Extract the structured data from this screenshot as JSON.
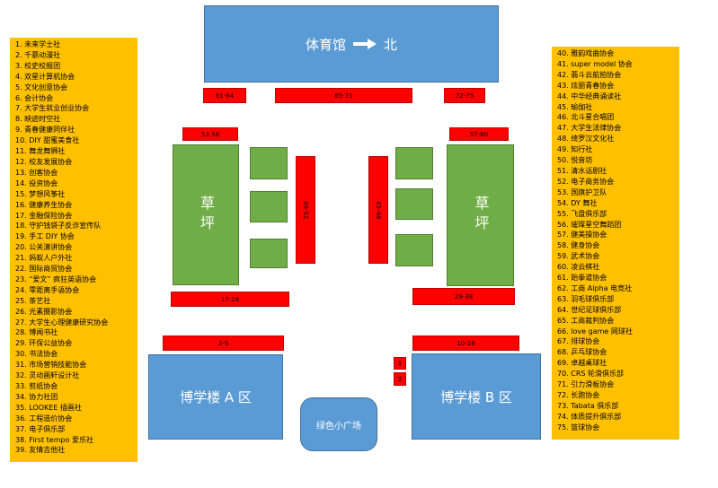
{
  "buildings": {
    "gym": {
      "name": "体育馆",
      "direction": "北"
    },
    "bldg_a": "博学楼 A 区",
    "bldg_b": "博学楼 B 区",
    "plaza": "绿色小广场"
  },
  "lawns": {
    "left": "草坪",
    "right": "草坪"
  },
  "stalls": {
    "s61_64": "61-64",
    "s65_71": "65-71",
    "s72_75": "72-75",
    "s53_56": "53-56",
    "s57_60": "57-60",
    "s49_52": "49-52",
    "s45_48": "45-48",
    "s17_28": "17-28",
    "s29_38": "29-38",
    "s3_9": "3-9",
    "s10_16": "10-16",
    "s1": "1",
    "s2": "2"
  },
  "legend_left": [
    "1. 未来学士社",
    "2. 千慕动漫社",
    "3. 校史校报团",
    "4. 双星计算机协会",
    "5. 文化创意协会",
    "6. 会计协会",
    "7. 大学生就业创业协会",
    "8. 映迹时空社",
    "9. 青春健康同伴社",
    "10. DIY 甜蜜美食社",
    "11. 舞龙舞狮社",
    "12. 校友发展协会",
    "13. 创客协会",
    "14. 投资协会",
    "15. 梦想风筝社",
    "16. 健康养生协会",
    "17. 金融保险协会",
    "18. 守护钱袋子反诈宣传队",
    "19. 手工 DIY 协会",
    "20. 公关演讲协会",
    "21. 蚂蚁人户外社",
    "22. 国际商贸协会",
    "23. “爱文” 疯狂英语协会",
    "24. 零距离手语协会",
    "25. 茶艺社",
    "26. 光素摄影协会",
    "27. 大学生心理健康研究协会",
    "28. 博闻书社",
    "29. 环保公益协会",
    "30. 书法协会",
    "31. 市场营销技能协会",
    "32. 灵动画轩设计社",
    "33. 剪纸协会",
    "34. 协力社团",
    "35. LOOKEE 插画社",
    "36. 工程造价协会",
    "37. 电子俱乐部",
    "38. First tempo 爱乐社",
    "39. 友情吉他社"
  ],
  "legend_right": [
    "40. 雅韵戏曲协会",
    "41. super model 协会",
    "42. 翡斗云航拍协会",
    "43. 炫丽青春协会",
    "44. 中华经典诵读社",
    "45. 瑜伽社",
    "46. 北斗星合唱团",
    "47. 大学生法律协会",
    "48. 绮罗汉文化社",
    "49. 知行社",
    "50. 悦音坊",
    "51. 清水话剧社",
    "52. 电子商务协会",
    "53. 国旗护卫队",
    "54. DY 舞社",
    "55. 飞盘俱乐部",
    "56. 璀璨星空舞蹈团",
    "57. 健美操协会",
    "58. 健身协会",
    "59. 武术协会",
    "60. 凌云棋社",
    "61. 跆拳道协会",
    "62. 工商 Alpha 电竞社",
    "63. 羽毛球俱乐部",
    "64. 世纪足球俱乐部",
    "65. 工商裁判协会",
    "66. love game 网球社",
    "67. 排球协会",
    "68. 乒乓球协会",
    "69. 卓越桌球社",
    "70. CRS 轮滑俱乐部",
    "71. 引力滑板协会",
    "72. 长跑协会",
    "73. Tabata 俱乐部",
    "74. 体质提升俱乐部",
    "75. 篮球协会"
  ]
}
